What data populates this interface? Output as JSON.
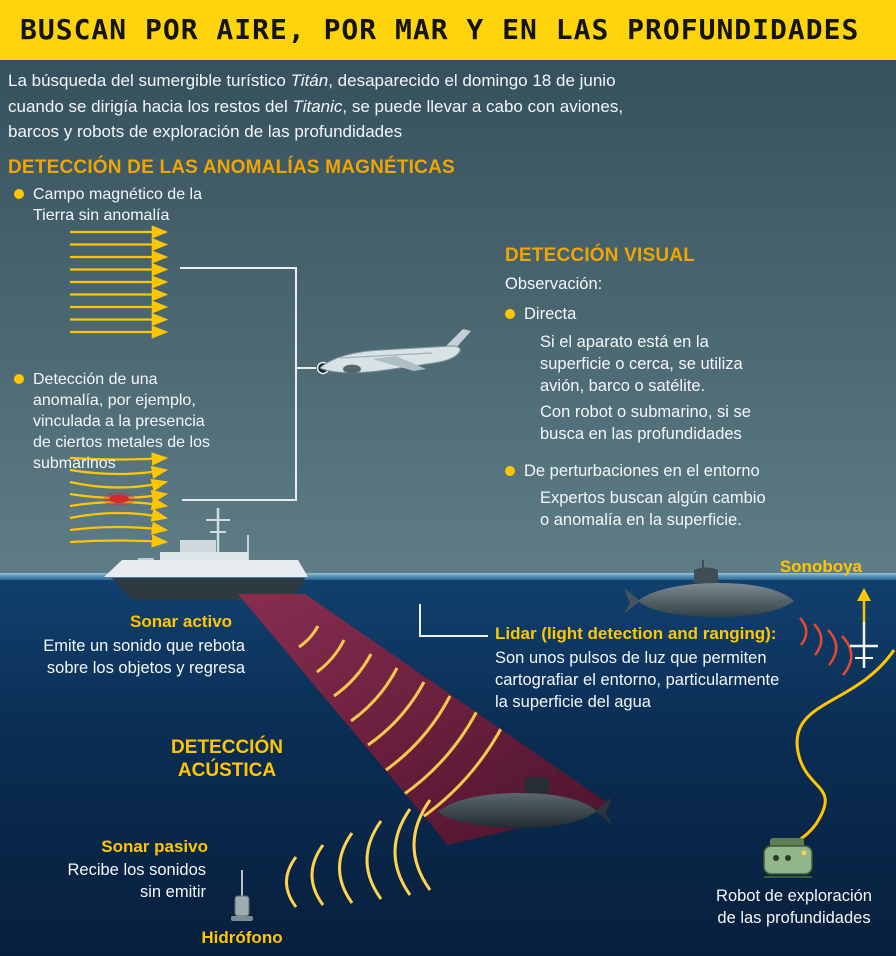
{
  "colors": {
    "header_bg": "#ffd40a",
    "accent_yellow": "#ffc600",
    "title_amber": "#f0a500",
    "sky": "#48656f",
    "ocean": "#0a2c52",
    "beam_red": "#8c2240",
    "text_white": "#f4f7f8"
  },
  "header": {
    "title": "BUSCAN POR AIRE, POR MAR Y EN LAS PROFUNDIDADES"
  },
  "intro": {
    "part1": "La búsqueda del sumergible turístico ",
    "titan": "Titán",
    "part2": ", desaparecido el domingo 18 de junio cuando se dirigía hacia los restos del ",
    "titanic": "Titanic",
    "part3": ", se puede llevar a cabo con aviones, barcos y robots de exploración de las profundidades"
  },
  "magnetic": {
    "title": "DETECCIÓN DE LAS ANOMALÍAS MAGNÉTICAS",
    "bullet1": "Campo magnético de la Tierra sin anomalía",
    "bullet2": "Detección de una anomalía, por ejemplo, vinculada a la presencia de ciertos metales de los submarinos"
  },
  "visual": {
    "title": "DETECCIÓN VISUAL",
    "observation": "Observación:",
    "bullet1": "Directa",
    "text1a": "Si el aparato está en la superficie o cerca, se utiliza avión, barco o satélite.",
    "text1b": "Con robot o submarino, si se busca en las profundidades",
    "bullet2": "De perturbaciones en el entorno",
    "text2": "Expertos buscan algún cambio o anomalía en la superficie."
  },
  "surface": {
    "sonoboya_label": "Sonoboya"
  },
  "ocean": {
    "sonar_activo": {
      "label": "Sonar activo",
      "text": "Emite un sonido que rebota sobre los objetos y regresa"
    },
    "lidar": {
      "label": "Lidar (light detection and ranging):",
      "text": "Son unos pulsos de luz que permiten cartografiar el entorno, particularmente la superficie del agua"
    },
    "acustica": {
      "line1": "DETECCIÓN",
      "line2": "ACÚSTICA"
    },
    "sonar_pasivo": {
      "label": "Sonar pasivo",
      "text": "Recibe los sonidos sin emitir"
    },
    "hidrofono": {
      "label": "Hidrófono"
    },
    "robot": {
      "label": "Robot de exploración de las profundidades"
    }
  }
}
